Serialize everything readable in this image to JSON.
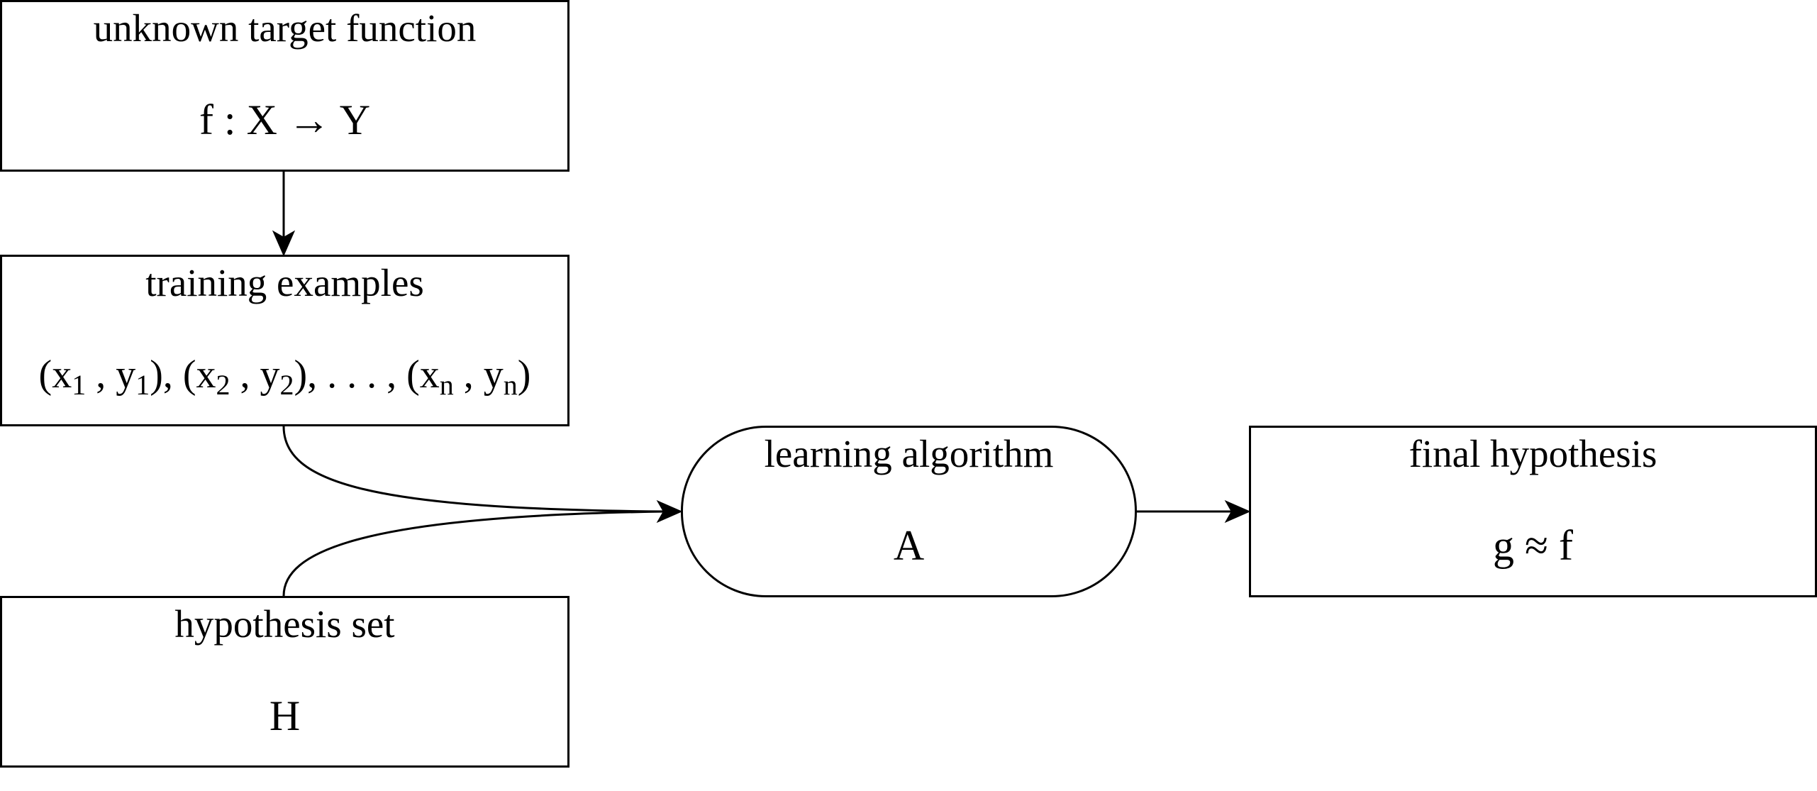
{
  "diagram": {
    "target": {
      "title": "unknown target function",
      "formula": "f : X → Y"
    },
    "training": {
      "title": "training examples",
      "formula": {
        "p1": "(x",
        "s1": "1",
        "p2": " , y",
        "s2": "1",
        "p3": "), (x",
        "s3": "2",
        "p4": " , y",
        "s4": "2",
        "p5": "), . . . , (x",
        "s5": "n",
        "p6": " , y",
        "s6": "n",
        "p7": ")"
      }
    },
    "hypothesis_set": {
      "title": "hypothesis set",
      "formula": "H"
    },
    "algorithm": {
      "title": "learning algorithm",
      "formula": "A"
    },
    "final": {
      "title": "final hypothesis",
      "formula": "g ≈ f"
    },
    "colors": {
      "stroke": "#000000",
      "background": "#ffffff"
    }
  }
}
